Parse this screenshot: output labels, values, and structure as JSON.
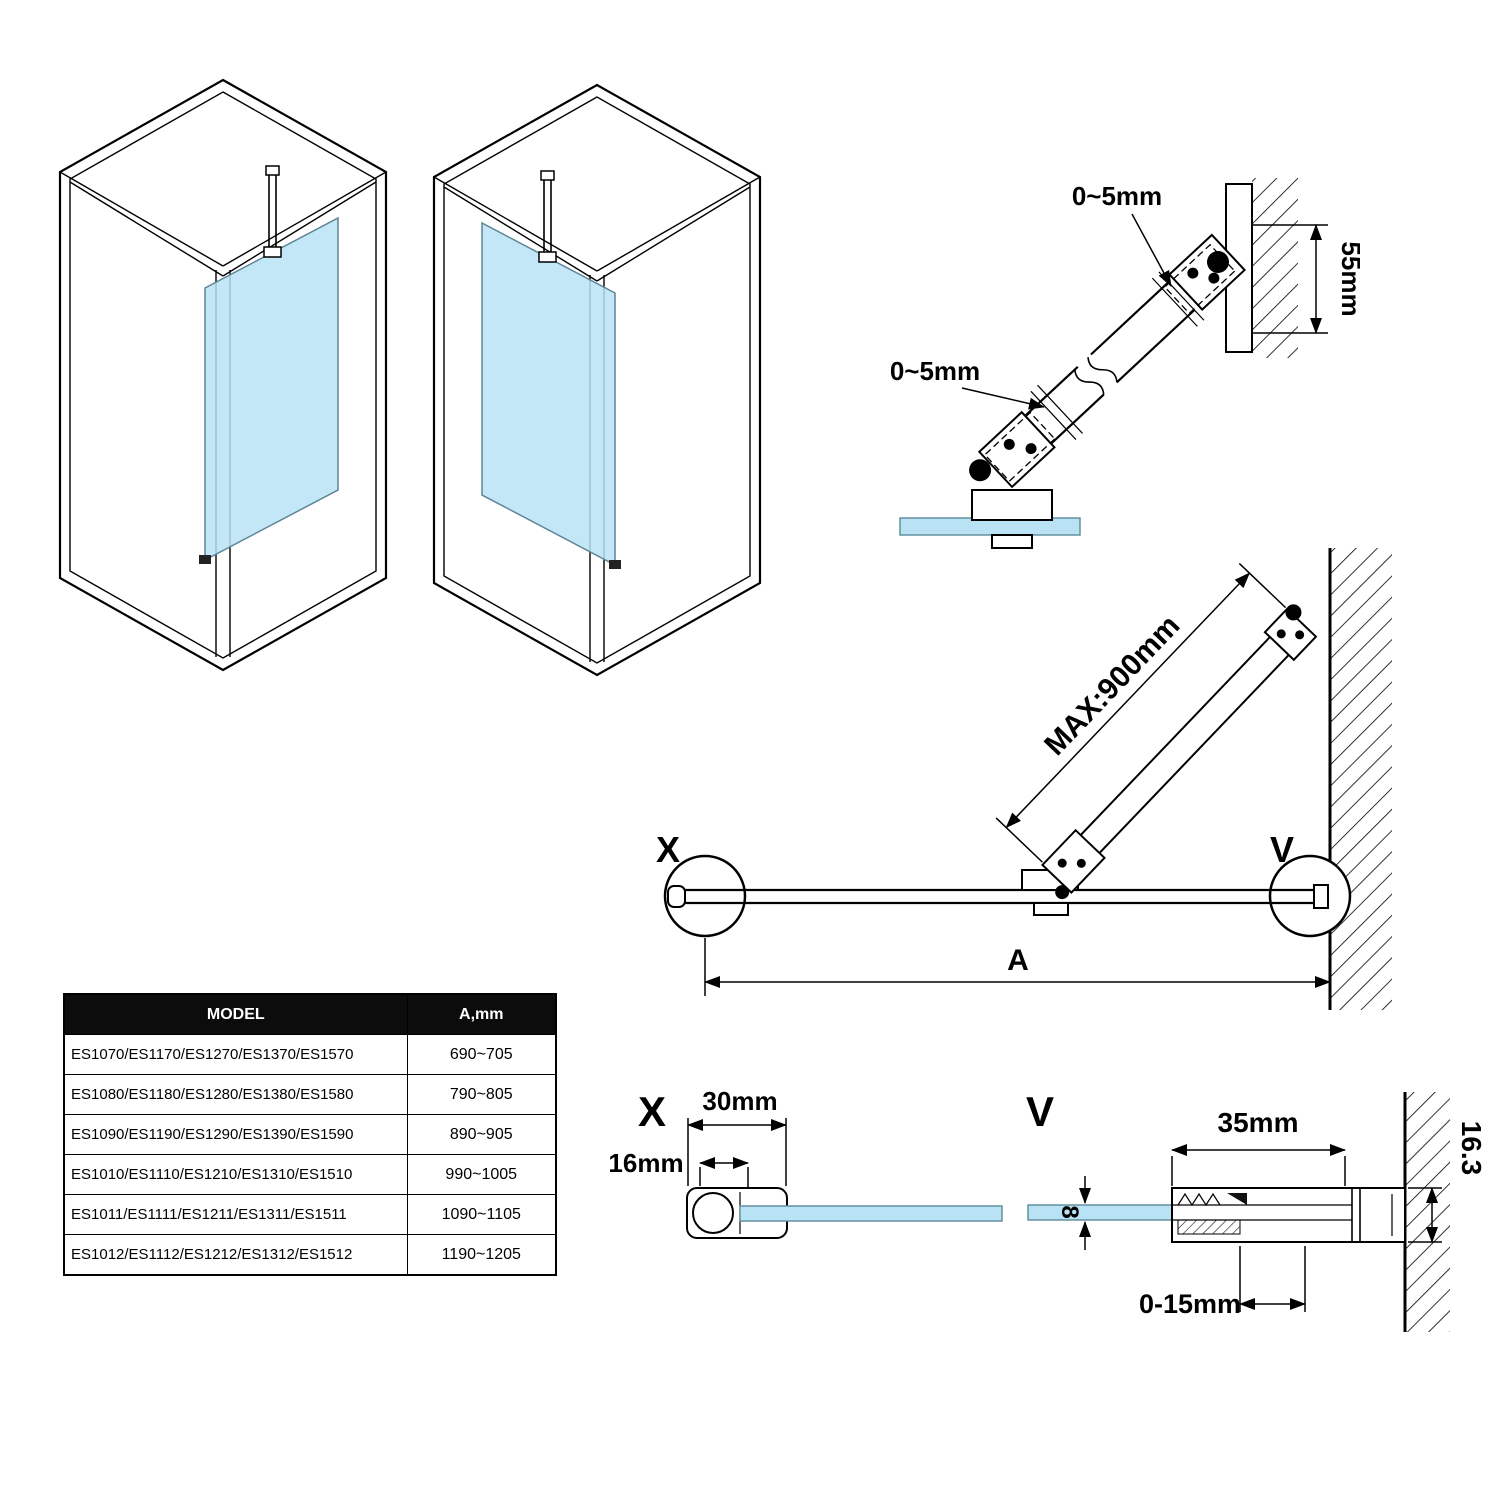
{
  "colors": {
    "line": "#000000",
    "glass_fill": "#b9e3f5",
    "glass_stroke": "#64909f",
    "table_header_bg": "#0c0c0c",
    "table_header_text": "#ffffff"
  },
  "diagrams": {
    "bracket": {
      "gap_top": "0~5mm",
      "gap_mid": "0~5mm",
      "wall_height": "55mm"
    },
    "side": {
      "max_label": "MAX:900mm",
      "dim_a": "A",
      "point_x": "X",
      "point_v": "V"
    },
    "detail_x": {
      "title": "X",
      "width": "30mm",
      "inner": "16mm"
    },
    "detail_v": {
      "title": "V",
      "width": "35mm",
      "depth": "16.3",
      "glass_thickness": "8",
      "adjust": "0-15mm"
    }
  },
  "table": {
    "headers": [
      "MODEL",
      "A,mm"
    ],
    "rows": [
      {
        "model": "ES1070/ES1170/ES1270/ES1370/ES1570",
        "a_mm": "690~705"
      },
      {
        "model": "ES1080/ES1180/ES1280/ES1380/ES1580",
        "a_mm": "790~805"
      },
      {
        "model": "ES1090/ES1190/ES1290/ES1390/ES1590",
        "a_mm": "890~905"
      },
      {
        "model": "ES1010/ES1110/ES1210/ES1310/ES1510",
        "a_mm": "990~1005"
      },
      {
        "model": "ES1011/ES1111/ES1211/ES1311/ES1511",
        "a_mm": "1090~1105"
      },
      {
        "model": "ES1012/ES1112/ES1212/ES1312/ES1512",
        "a_mm": "1190~1205"
      }
    ]
  }
}
